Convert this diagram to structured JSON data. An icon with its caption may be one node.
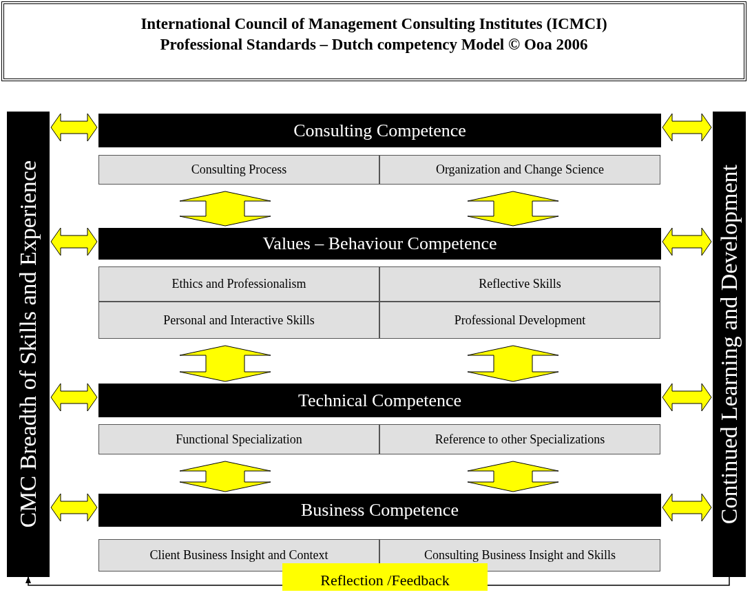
{
  "diagram": {
    "title": "International Council of Management Consulting Institutes (ICMCI) Professional Standards – Dutch competency Model © Ooa 2006",
    "nodes": [
      {
        "text": [
          "CMC Breadth of Skills and Experience"
        ]
      },
      {
        "text": [
          "Continued Learning and Development"
        ]
      },
      {
        "text": [
          "Consulting Competence"
        ]
      },
      {
        "text": [
          "Consulting Process"
        ]
      },
      {
        "text": [
          "Organization and Change Science"
        ]
      },
      {
        "text": [
          "Values – Behaviour Competence"
        ]
      },
      {
        "text": [
          "Ethics and Professionalism"
        ]
      },
      {
        "text": [
          "Reflective Skills"
        ]
      },
      {
        "text": [
          "Personal and Interactive Skills"
        ]
      },
      {
        "text": [
          "Professional Development"
        ]
      },
      {
        "text": [
          "Technical Competence"
        ]
      },
      {
        "text": [
          "Functional Specialization"
        ]
      },
      {
        "text": [
          "Reference to other Specializations"
        ]
      },
      {
        "text": [
          "Business Competence"
        ]
      },
      {
        "text": [
          "Client Business Insight and Context"
        ]
      },
      {
        "text": [
          "Consulting Business Insight and Skills"
        ]
      },
      {
        "text": [
          "Reflection /Feedback"
        ]
      }
    ],
    "edges": [
      {
        "from": 0,
        "to": 2,
        "arrow": "both"
      },
      {
        "from": 2,
        "to": 1,
        "arrow": "both"
      },
      {
        "from": 0,
        "to": 5,
        "arrow": "both"
      },
      {
        "from": 5,
        "to": 1,
        "arrow": "both"
      },
      {
        "from": 0,
        "to": 10,
        "arrow": "both"
      },
      {
        "from": 10,
        "to": 1,
        "arrow": "both"
      },
      {
        "from": 0,
        "to": 13,
        "arrow": "both"
      },
      {
        "from": 13,
        "to": 1,
        "arrow": "both"
      },
      {
        "from": 3,
        "to": 5,
        "arrow": "both"
      },
      {
        "from": 4,
        "to": 5,
        "arrow": "both"
      },
      {
        "from": 8,
        "to": 10,
        "arrow": "both"
      },
      {
        "from": 9,
        "to": 10,
        "arrow": "both"
      },
      {
        "from": 11,
        "to": 13,
        "arrow": "both"
      },
      {
        "from": 12,
        "to": 13,
        "arrow": "both"
      },
      {
        "from": 1,
        "to": 16,
        "arrow": "to",
        "color": "#000000"
      },
      {
        "from": 16,
        "to": 0,
        "arrow": "to",
        "color": "#000000"
      }
    ]
  }
}
